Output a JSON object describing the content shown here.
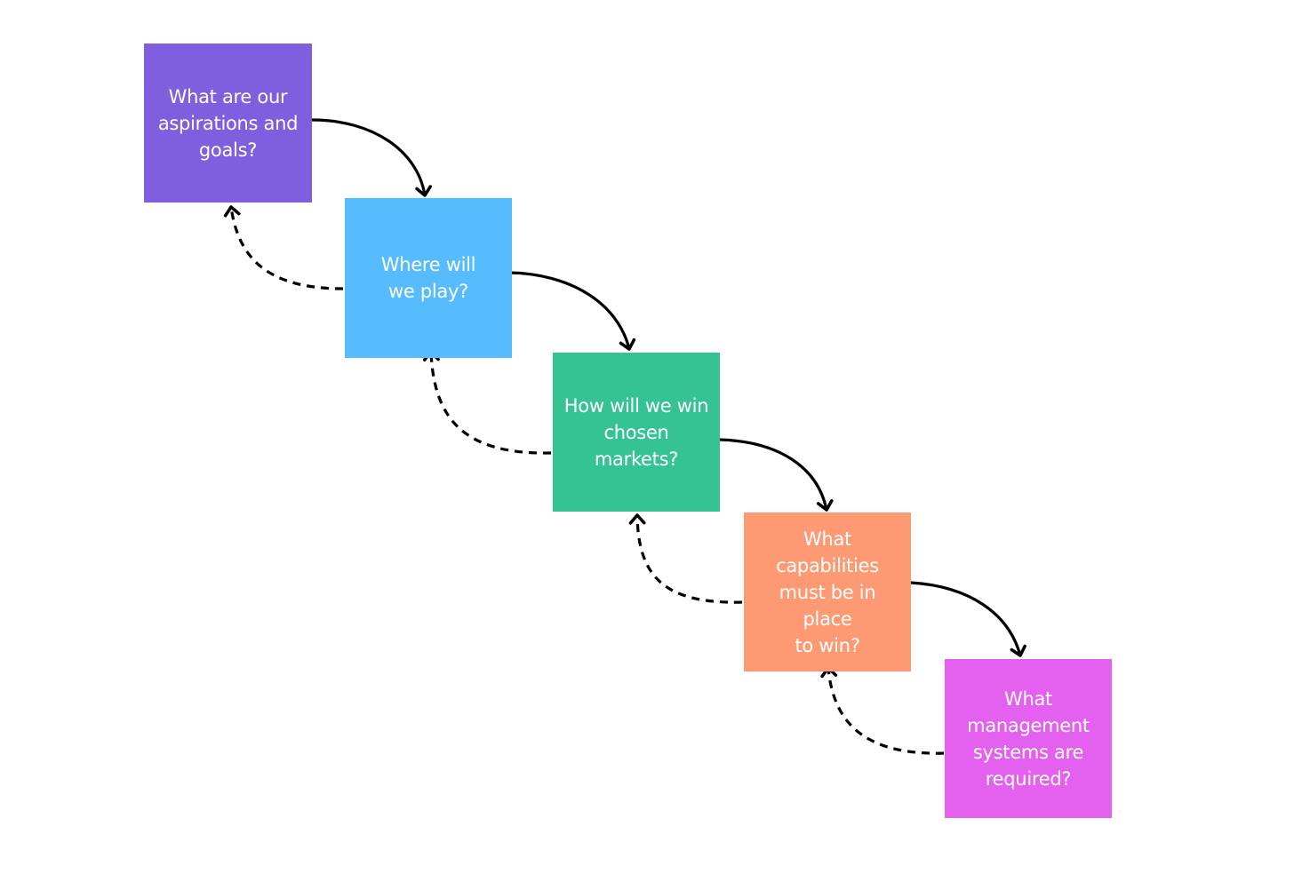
{
  "diagram": {
    "boxes": [
      {
        "id": "aspirations",
        "text": "What are our\naspirations and\ngoals?",
        "color": "#7F5FDE"
      },
      {
        "id": "where",
        "text": "Where will\nwe play?",
        "color": "#56BCFD"
      },
      {
        "id": "how",
        "text": "How will we win\nchosen markets?",
        "color": "#36C393"
      },
      {
        "id": "capabilities",
        "text": "What capabilities\nmust be in place\nto win?",
        "color": "#FD9A73"
      },
      {
        "id": "management",
        "text": "What\nmanagement\nsystems are\nrequired?",
        "color": "#E461F0"
      }
    ],
    "connections": [
      {
        "from": "aspirations",
        "to": "where",
        "style": "solid"
      },
      {
        "from": "where",
        "to": "how",
        "style": "solid"
      },
      {
        "from": "how",
        "to": "capabilities",
        "style": "solid"
      },
      {
        "from": "capabilities",
        "to": "management",
        "style": "solid"
      },
      {
        "from": "where",
        "to": "aspirations",
        "style": "dashed"
      },
      {
        "from": "how",
        "to": "where",
        "style": "dashed"
      },
      {
        "from": "capabilities",
        "to": "how",
        "style": "dashed"
      },
      {
        "from": "management",
        "to": "capabilities",
        "style": "dashed"
      }
    ],
    "arrow_color": "#000000"
  }
}
